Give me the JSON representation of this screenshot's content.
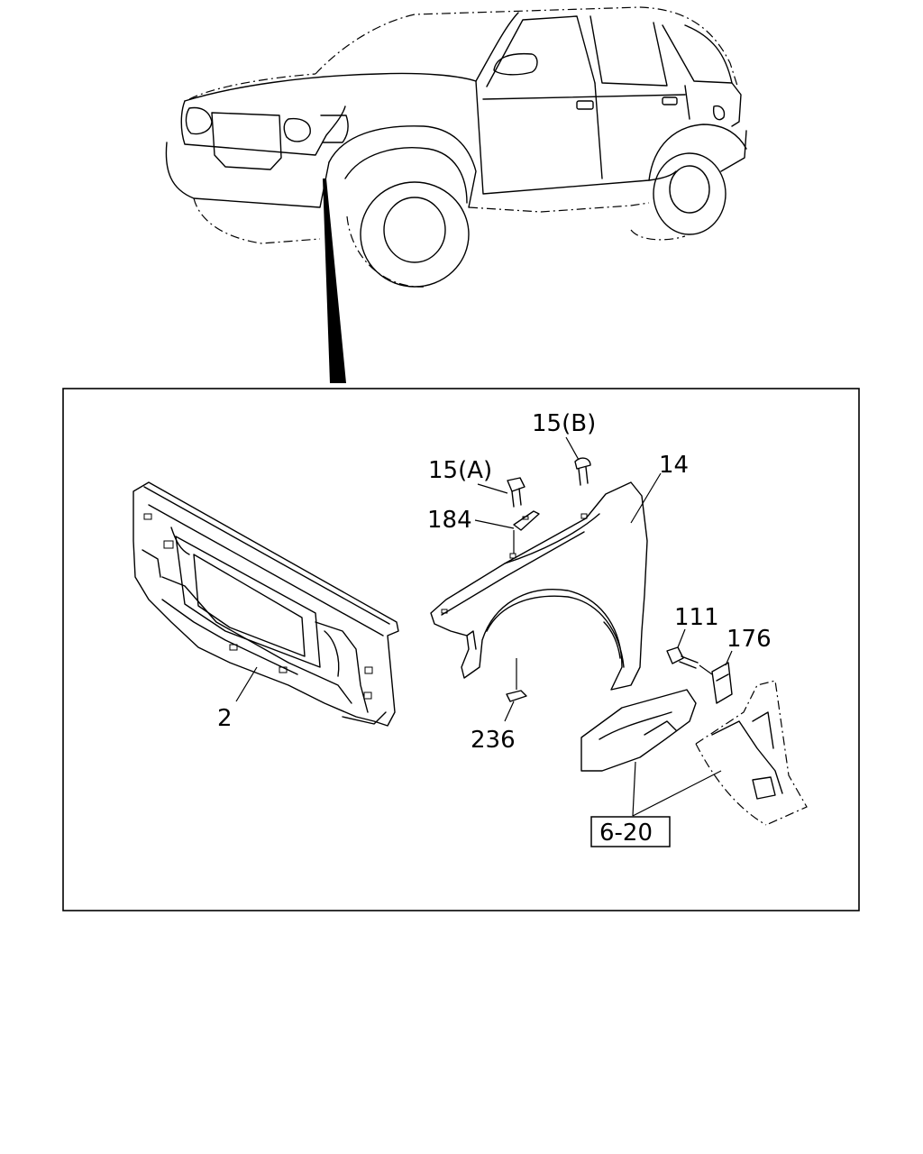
{
  "diagram": {
    "callouts": [
      {
        "id": "label-15a",
        "text": "15(A)"
      },
      {
        "id": "label-15b",
        "text": "15(B)"
      },
      {
        "id": "label-14",
        "text": "14"
      },
      {
        "id": "label-184",
        "text": "184"
      },
      {
        "id": "label-2",
        "text": "2"
      },
      {
        "id": "label-236",
        "text": "236"
      },
      {
        "id": "label-111",
        "text": "111"
      },
      {
        "id": "label-176",
        "text": "176"
      }
    ],
    "reference_box": {
      "text": "6-20"
    }
  }
}
